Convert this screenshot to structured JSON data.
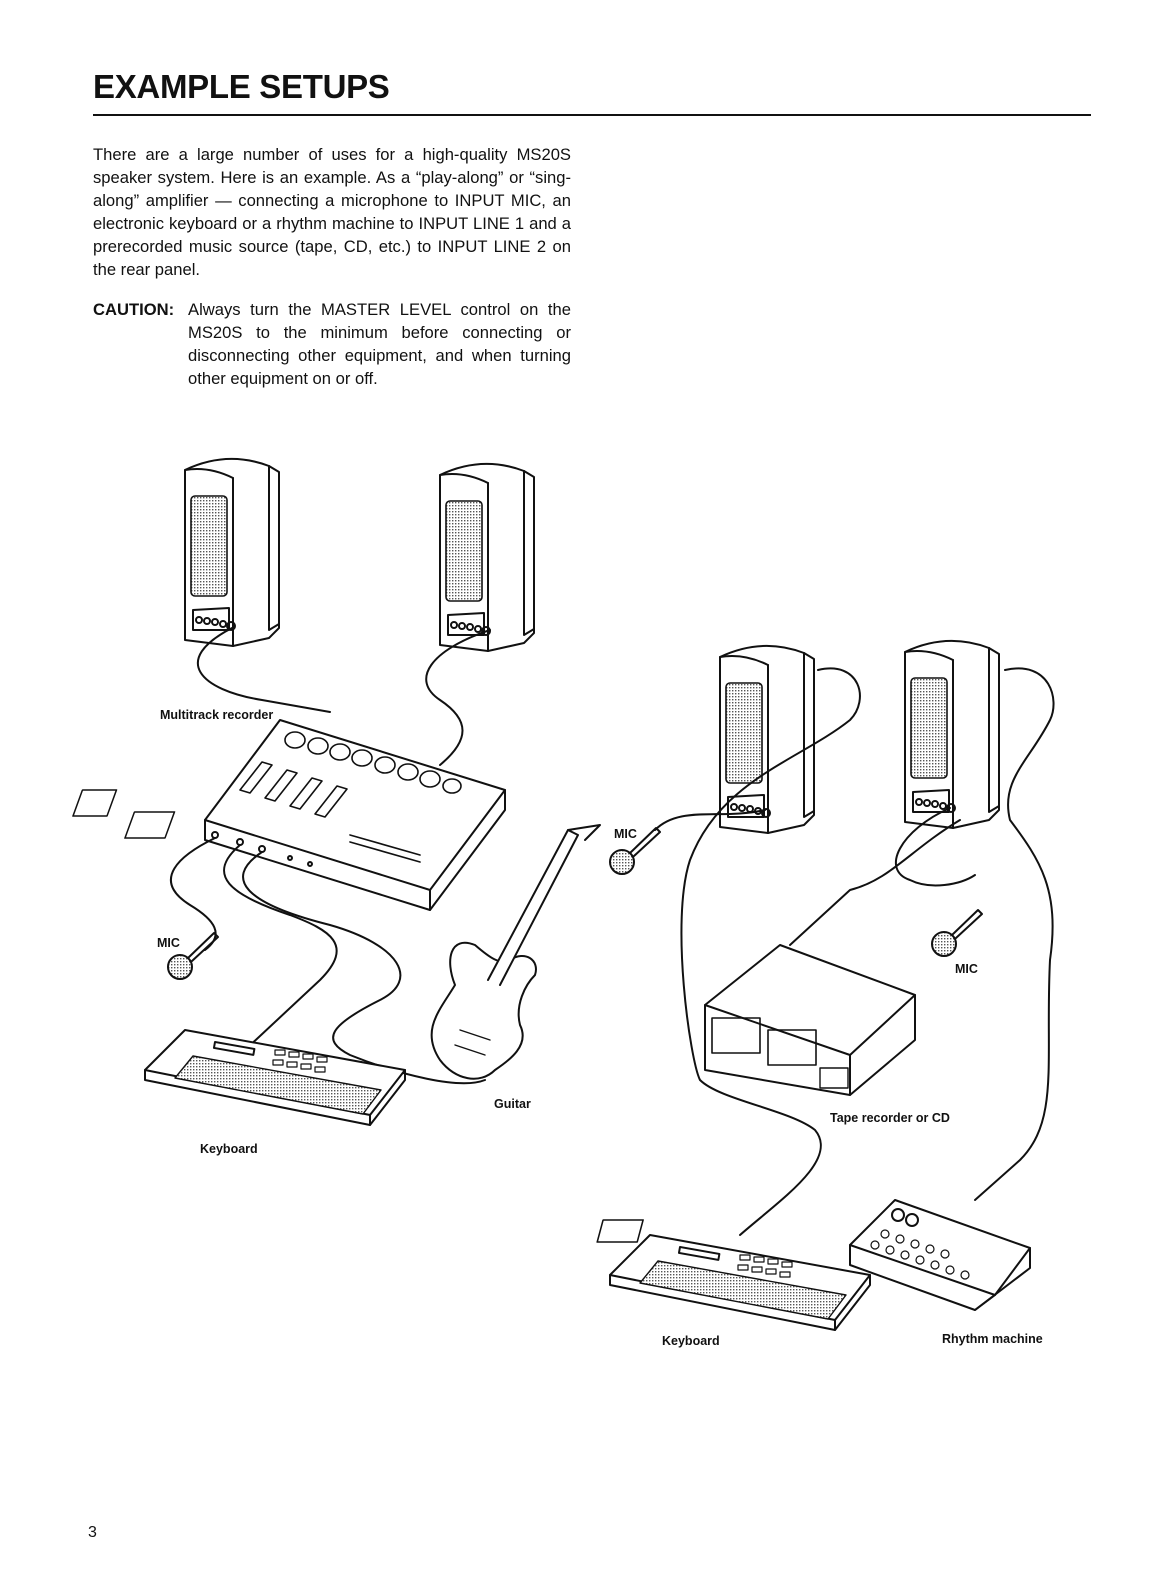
{
  "heading": "EXAMPLE SETUPS",
  "intro": "There are a large number of uses for a high-quality MS20S speaker system. Here is an example. As a “play-along” or “sing-along” amplifier — connecting a microphone to INPUT MIC, an electronic keyboard or a rhythm machine to INPUT LINE 1 and a prerecorded music source (tape, CD, etc.) to INPUT LINE 2 on the rear panel.",
  "caution": {
    "label": "CAUTION:",
    "text": "Always turn the MASTER LEVEL control on the MS20S to the minimum before connecting or disconnecting other equipment, and when turning other equipment on or off."
  },
  "diagram_labels": {
    "multitrack_recorder": "Multitrack recorder",
    "mic_left": "MIC",
    "keyboard_left": "Keyboard",
    "guitar": "Guitar",
    "mic_center": "MIC",
    "mic_right": "MIC",
    "tape_recorder": "Tape recorder or CD",
    "keyboard_right": "Keyboard",
    "rhythm_machine": "Rhythm machine"
  },
  "page_number": "3"
}
